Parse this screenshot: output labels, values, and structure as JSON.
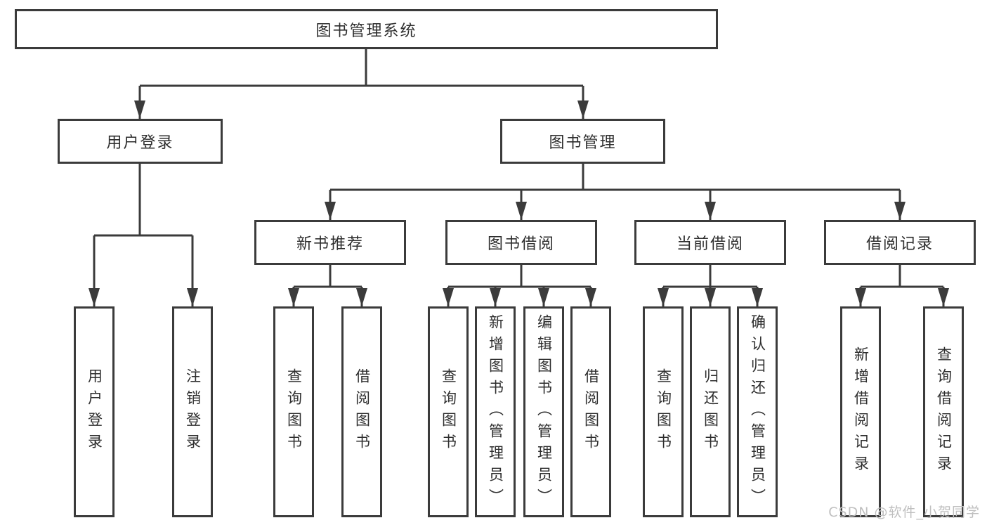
{
  "diagram": {
    "root": "图书管理系统",
    "user_login": {
      "label": "用户登录",
      "children": [
        "用户登录",
        "注销登录"
      ]
    },
    "book_mgmt": {
      "label": "图书管理",
      "sections": [
        {
          "label": "新书推荐",
          "children": [
            "查询图书",
            "借阅图书"
          ]
        },
        {
          "label": "图书借阅",
          "children": [
            "查询图书",
            "新增图书（管理员）",
            "编辑图书（管理员）",
            "借阅图书"
          ]
        },
        {
          "label": "当前借阅",
          "children": [
            "查询图书",
            "归还图书",
            "确认归还（管理员）"
          ]
        },
        {
          "label": "借阅记录",
          "children": [
            "新增借阅记录",
            "查询借阅记录"
          ]
        }
      ]
    },
    "colors": {
      "line": "#3b3b3b",
      "text": "#2e2e2e",
      "watermark": "#bfbfbf"
    },
    "watermark": "CSDN @软件_小贺同学"
  }
}
